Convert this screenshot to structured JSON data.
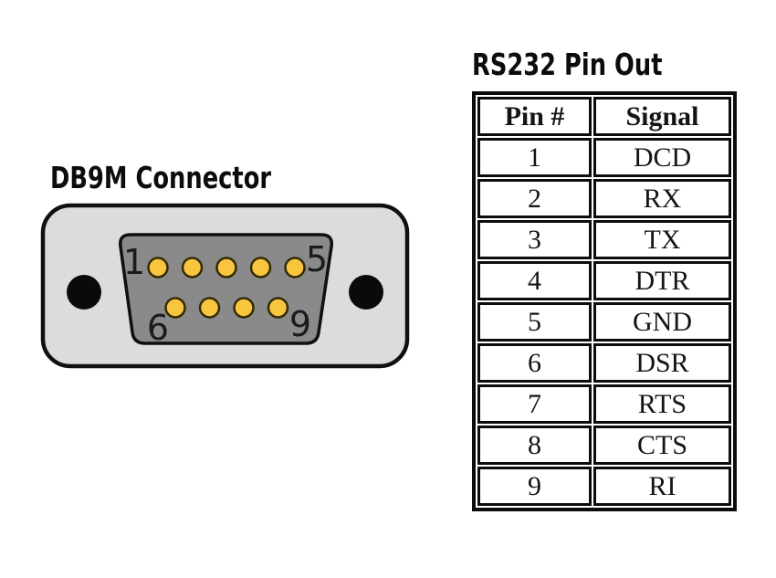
{
  "connector": {
    "title": "DB9M Connector",
    "labels": {
      "pin1": "1",
      "pin5": "5",
      "pin6": "6",
      "pin9": "9"
    },
    "colors": {
      "shell": "#DCDCDC",
      "body": "#8A8A8A",
      "outline": "#101010",
      "hole": "#0A0A0A",
      "pin_fill": "#F7C63E",
      "pin_stroke": "#342A06"
    }
  },
  "pinout": {
    "title": "RS232 Pin Out",
    "headers": {
      "pin": "Pin #",
      "signal": "Signal"
    },
    "rows": [
      {
        "pin": "1",
        "signal": "DCD"
      },
      {
        "pin": "2",
        "signal": "RX"
      },
      {
        "pin": "3",
        "signal": "TX"
      },
      {
        "pin": "4",
        "signal": "DTR"
      },
      {
        "pin": "5",
        "signal": "GND"
      },
      {
        "pin": "6",
        "signal": "DSR"
      },
      {
        "pin": "7",
        "signal": "RTS"
      },
      {
        "pin": "8",
        "signal": "CTS"
      },
      {
        "pin": "9",
        "signal": "RI"
      }
    ]
  }
}
